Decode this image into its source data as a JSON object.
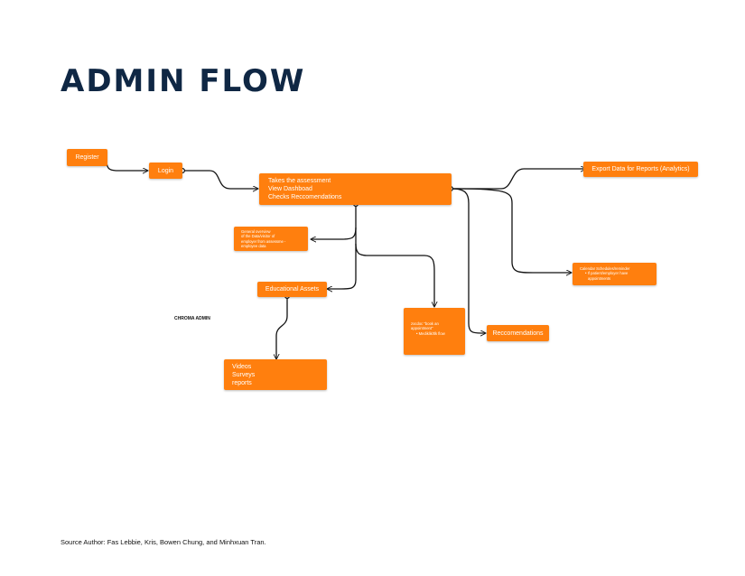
{
  "title": "ADMIN FLOW",
  "nodes": {
    "register": "Register",
    "login": "Login",
    "assessment": [
      "Takes the  assessment",
      "View Dashboad",
      "Checks Reccomendations"
    ],
    "overview": [
      "General overview",
      "of the Data/visitor of",
      "employer from assessme -",
      "employee data"
    ],
    "educational": "Educational Assets",
    "booking": [
      "zocdoc \"book an",
      "appointment\"",
      "• Mediklik/tlk flow"
    ],
    "recommendations": "Reccomendations",
    "export": "Export Data for Reports (Analytics)",
    "calendar": [
      "Calendar Schedules/reminder",
      "• If patient/employer have",
      "appointments"
    ],
    "media": [
      "Videos",
      "Surveys",
      "reports"
    ]
  },
  "side_label": "CHROMA ADMIN",
  "footer": "Source Author: Fas Lebbie, Kris, Bowen Chung, and Minhxuan Tran.",
  "colors": {
    "node": "#ff7f0e",
    "title": "#0f2744",
    "edge": "#111111"
  }
}
